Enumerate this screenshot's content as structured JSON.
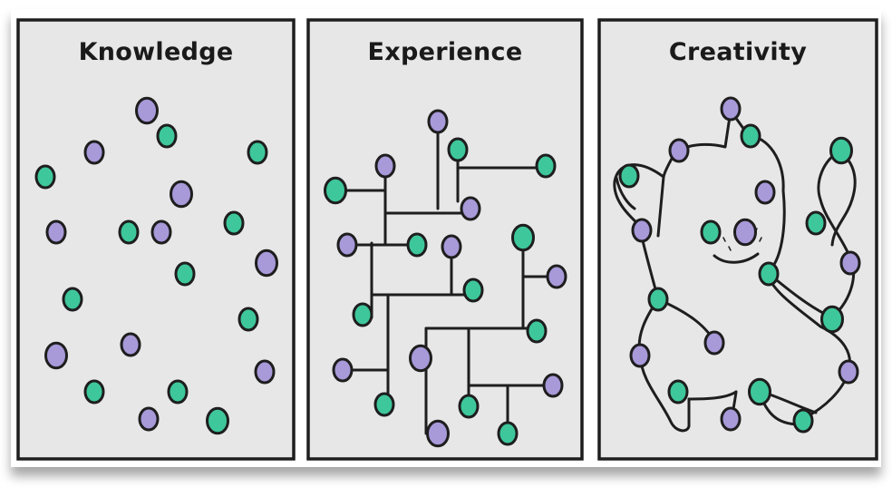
{
  "panels": [
    {
      "title": "Knowledge"
    },
    {
      "title": "Experience"
    },
    {
      "title": "Creativity"
    }
  ],
  "colors": {
    "panel_fill": "#e7e7e7",
    "panel_stroke": "#1e1e1e",
    "dot_green": "#3ec79b",
    "dot_purple": "#a899d9",
    "line": "#1e1e1e"
  }
}
